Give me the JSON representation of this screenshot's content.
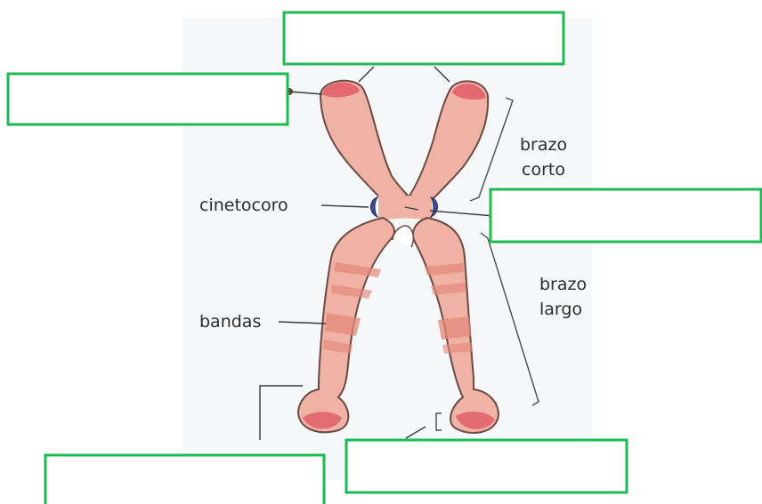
{
  "labels": {
    "short_arm_line1": "brazo",
    "short_arm_line2": "corto",
    "kinetochore": "cinetocoro",
    "long_arm_line1": "brazo",
    "long_arm_line2": "largo",
    "bands": "bandas"
  },
  "answer_boxes": [
    {
      "name": "top-answer-box",
      "value": ""
    },
    {
      "name": "upper-left-answer-box",
      "value": ""
    },
    {
      "name": "right-answer-box",
      "value": ""
    },
    {
      "name": "bottom-left-answer-box",
      "value": ""
    },
    {
      "name": "bottom-center-answer-box",
      "value": ""
    }
  ],
  "colors": {
    "chromosome_fill": "#f0b2a5",
    "chromosome_outline": "#6b4a44",
    "telomere_fill": "#e05a66",
    "band_fill": "#e3877a",
    "kinetochore_fill": "#3d4f8f",
    "box_border": "#1db954"
  }
}
